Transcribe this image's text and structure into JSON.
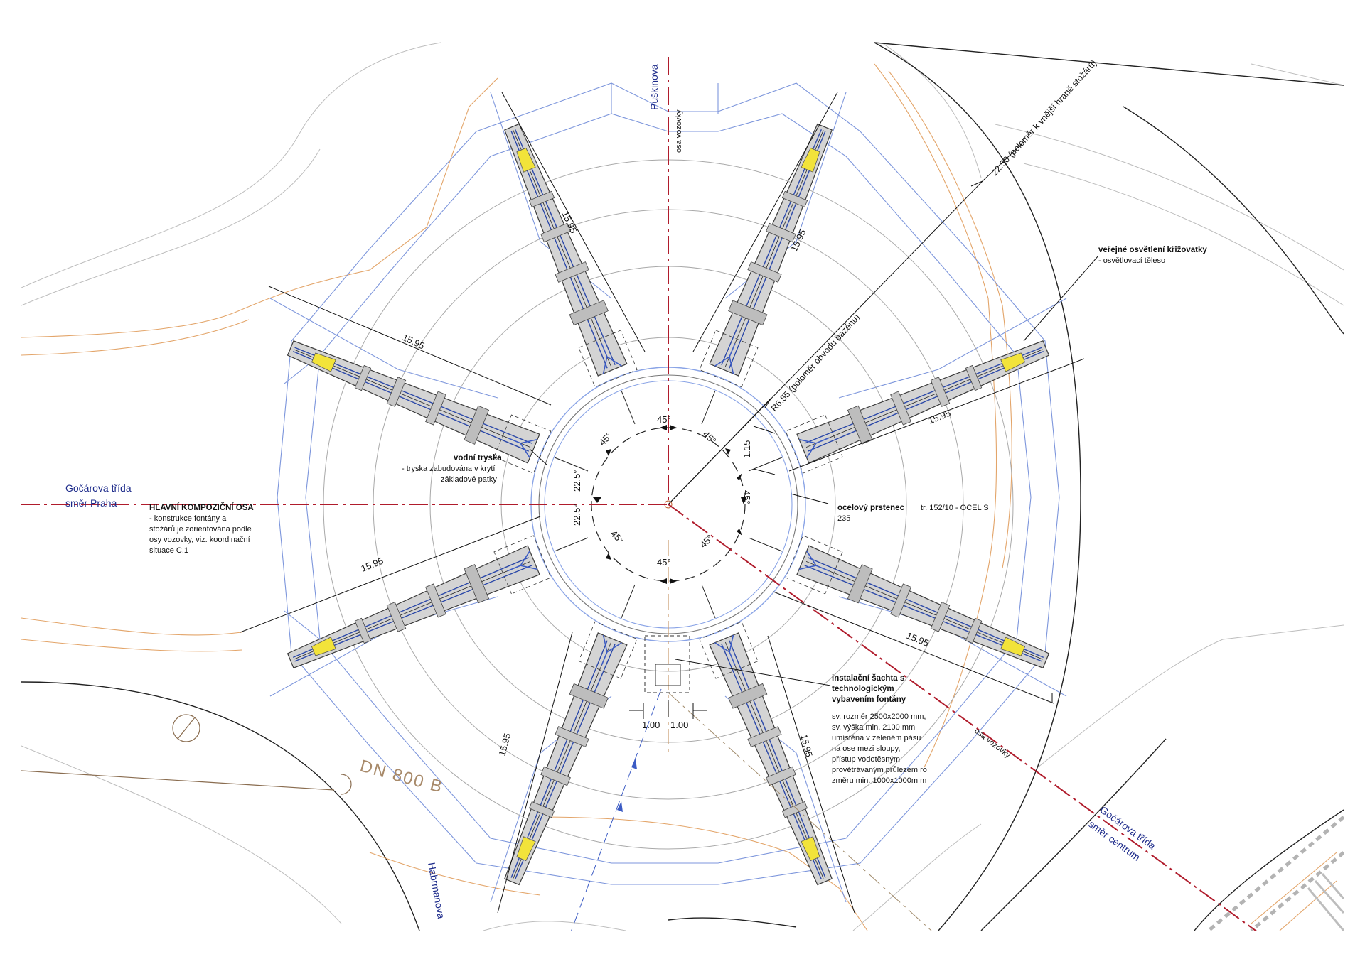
{
  "streets": {
    "puskinova": "Puškinova",
    "gocarova_praha_1": "Gočárova třída",
    "gocarova_praha_2": "směr Praha",
    "gocarova_centrum_1": "Gočárova třída",
    "gocarova_centrum_2": "směr centrum",
    "habrmanova": "Habrmanova"
  },
  "axis_labels": {
    "osa_vozovky_top": "osa vozovky",
    "osa_vozovky_right": "osa vozovky"
  },
  "dimensions": {
    "mast_length": "15.95",
    "radius_pool": "R6.55 (poloměr obvodu bazénu)",
    "radius_outer": "22.50 (poloměr k vnější hraně stožárů)",
    "gap": "1.15",
    "angle_45": "45°",
    "angle_22_5": "22.5°",
    "shaft_offset": "1.00"
  },
  "notes": {
    "lighting_title": "veřejné osvětlení křižovatky",
    "lighting_desc": "- osvětlovací těleso",
    "nozzle_title": "vodní tryska",
    "nozzle_desc_1": "- tryska zabudována v krytí",
    "nozzle_desc_2": "základové patky",
    "axis_title": "HLAVNÍ KOMPOZIČNÍ OSA",
    "axis_desc_1": "- konstrukce fontány a",
    "axis_desc_2": "stožárů je zorientována podle",
    "axis_desc_3": "osy vozovky, viz. koordinační",
    "axis_desc_4": "situace C.1",
    "ring_title": "ocelový prstenec",
    "ring_desc_1": "tr. 152/10 - OCEL S",
    "ring_desc_2": "235",
    "shaft_title_1": "instalační šachta s",
    "shaft_title_2": "technologickým",
    "shaft_title_3": "vybavením fontány",
    "shaft_desc_1": "sv. rozměr 2500x2000 mm,",
    "shaft_desc_2": "sv. výška min. 2100 mm",
    "shaft_desc_3": "umístěna v zeleném pásu",
    "shaft_desc_4": "na ose mezi sloupy,",
    "shaft_desc_5": "přístup vodotěsným",
    "shaft_desc_6": "provětrávaným průlezem ro",
    "shaft_desc_7": "změru min. 1000x1000m m"
  },
  "pipe_label": "DN 800 B",
  "colors": {
    "axis": "#b01c2c",
    "water": "#5a7cd6",
    "utility": "#e0a060",
    "street_text": "#1c2a8a"
  }
}
